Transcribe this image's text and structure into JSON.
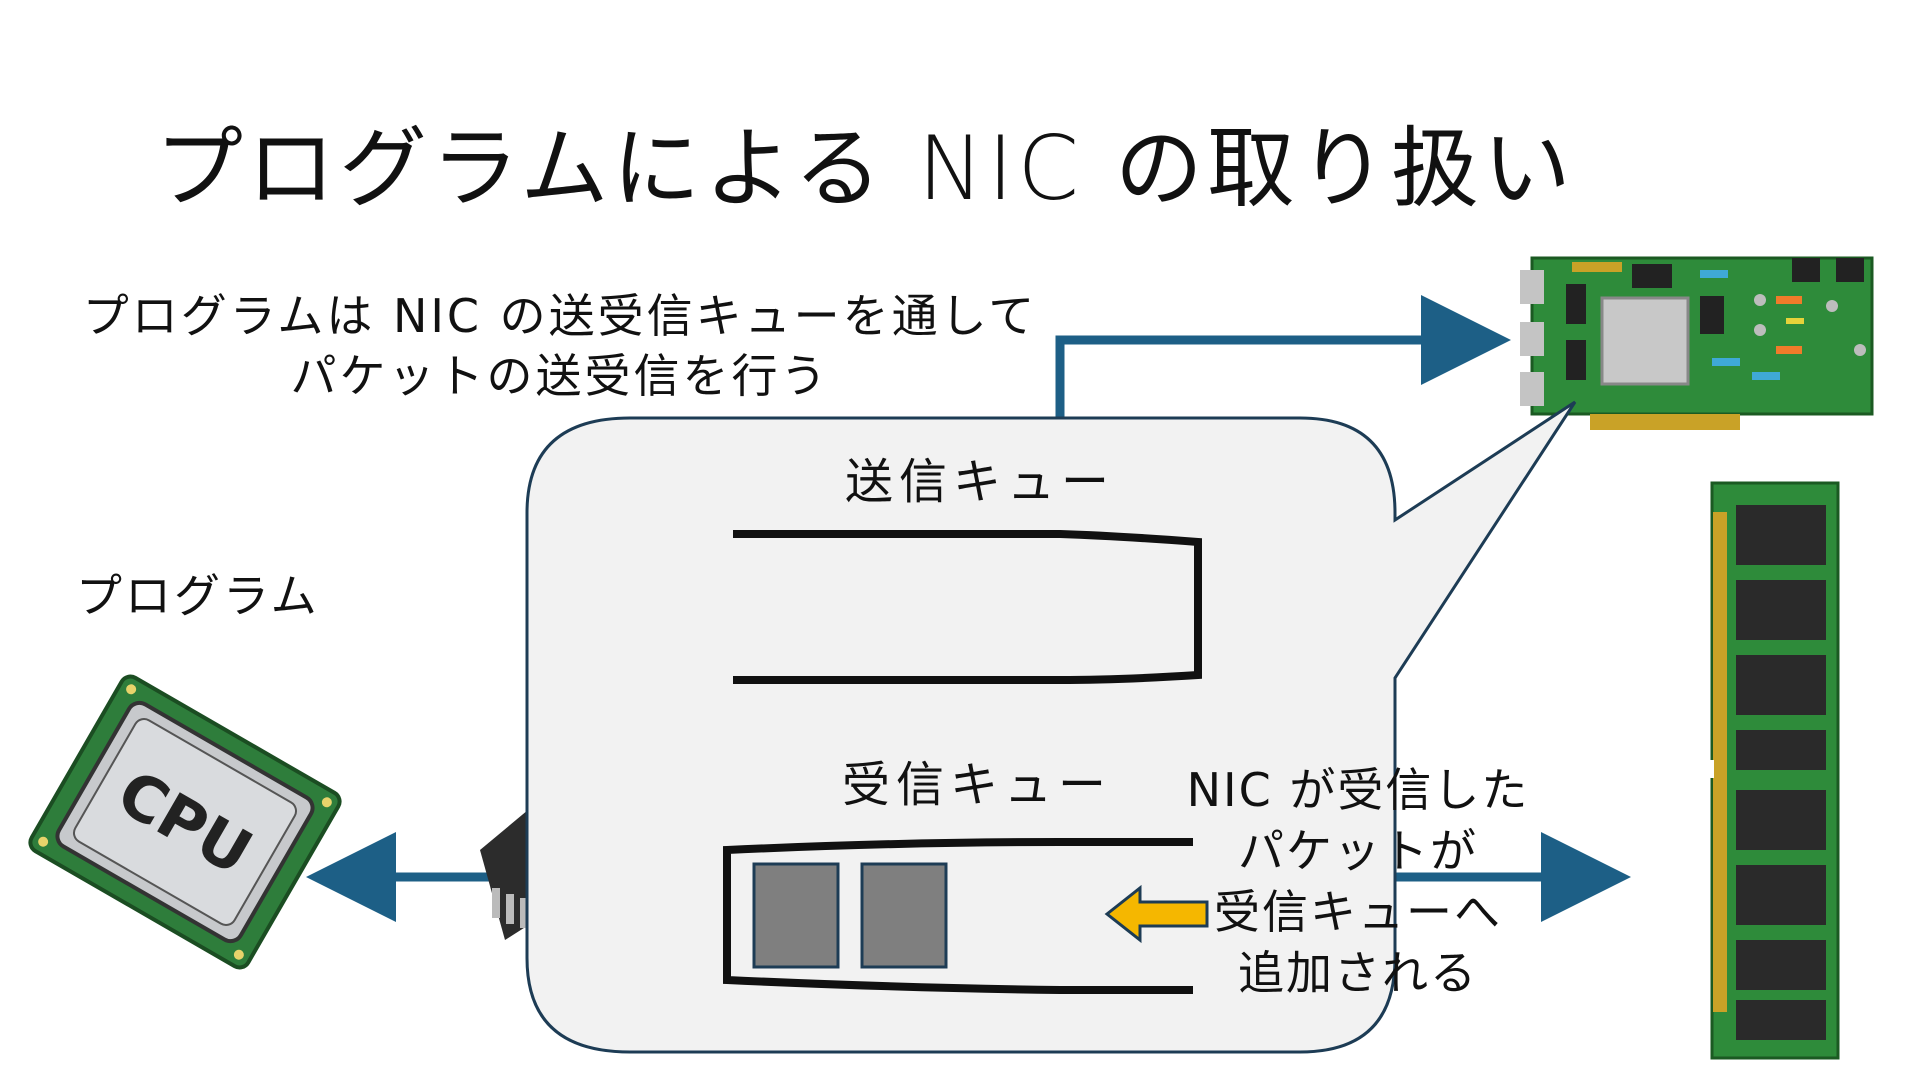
{
  "slide": {
    "title": "プログラムによる NIC の取り扱い",
    "caption_lines": [
      "プログラムは NIC の送受信キューを通して",
      "パケットの送受信を行う"
    ],
    "program_label": "プログラム"
  },
  "queues": {
    "send_label": "送信キュー",
    "receive_label": "受信キュー",
    "receive_packet_count": 2
  },
  "note_lines": [
    "NIC が受信した",
    "パケットが",
    "受信キューへ",
    "追加される"
  ],
  "icons": {
    "cpu": "cpu-chip-icon",
    "cpu_label": "CPU",
    "nic": "network-card-icon",
    "memory": "memory-module-icon",
    "arrow": "yellow-left-arrow-icon"
  },
  "colors": {
    "bus_arrow": "#1d5f86",
    "bubble_fill": "#f2f2f2",
    "bubble_stroke": "#1d3c55",
    "packet_fill": "#7f7f7f",
    "insert_arrow": "#f5b700",
    "pcb_green": "#2e8b3a"
  }
}
